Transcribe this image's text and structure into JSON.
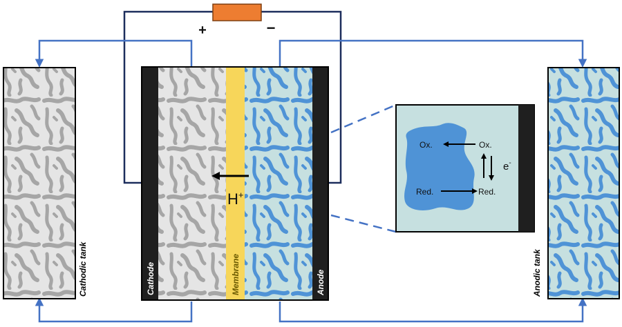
{
  "colors": {
    "gray_medium": "#bfbfbf",
    "gray_light": "#e5e5e5",
    "blue_medium": "#4f93d6",
    "blue_light": "#c6e0e0",
    "membrane": "#f7d65a",
    "electrode": "#1f1f1f",
    "wire_dark": "#1c2d5c",
    "pipe_blue": "#4472c4",
    "resistor": "#ed7d31"
  },
  "circuit": {
    "plus_label": "+",
    "minus_label": "−"
  },
  "cell": {
    "cathode_label": "Cathode",
    "membrane_label": "Membrane",
    "anode_label": "Anode",
    "proton_label": "H",
    "proton_charge": "+"
  },
  "tanks": {
    "cathodic_label": "Cathodic tank",
    "anodic_label": "Anodic tank"
  },
  "inset": {
    "ox_left": "Ox.",
    "ox_right": "Ox.",
    "red_left": "Red.",
    "red_right": "Red.",
    "electron_label": "e",
    "electron_charge": "-"
  }
}
